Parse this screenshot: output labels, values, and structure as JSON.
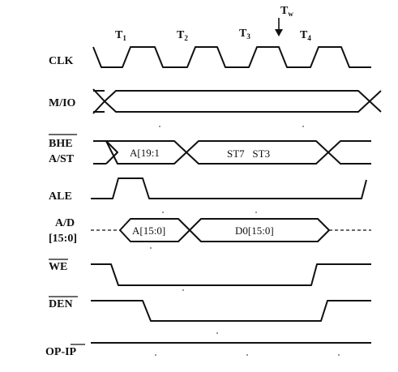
{
  "periods": [
    {
      "label": "T",
      "sub": "1"
    },
    {
      "label": "T",
      "sub": "2"
    },
    {
      "label": "T",
      "sub": "3"
    },
    {
      "label": "T",
      "sub": "4"
    }
  ],
  "wait_state": {
    "label": "T",
    "sub": "w"
  },
  "signals": {
    "clk": "CLK",
    "mio": "M/IO",
    "bhe_line1": "BHE",
    "bhe_line2": "A/ST",
    "ale": "ALE",
    "ad_line1": "A/D",
    "ad_line2": "[15:0]",
    "we": "WE",
    "den": "DEN",
    "opip_prefix": "OP-",
    "opip_bar": "IP"
  },
  "bus_values": {
    "addr_high": "A[19:1",
    "status": "ST7   ST3",
    "addr_low": "A[15:0]",
    "data": "D0[15:0]"
  }
}
